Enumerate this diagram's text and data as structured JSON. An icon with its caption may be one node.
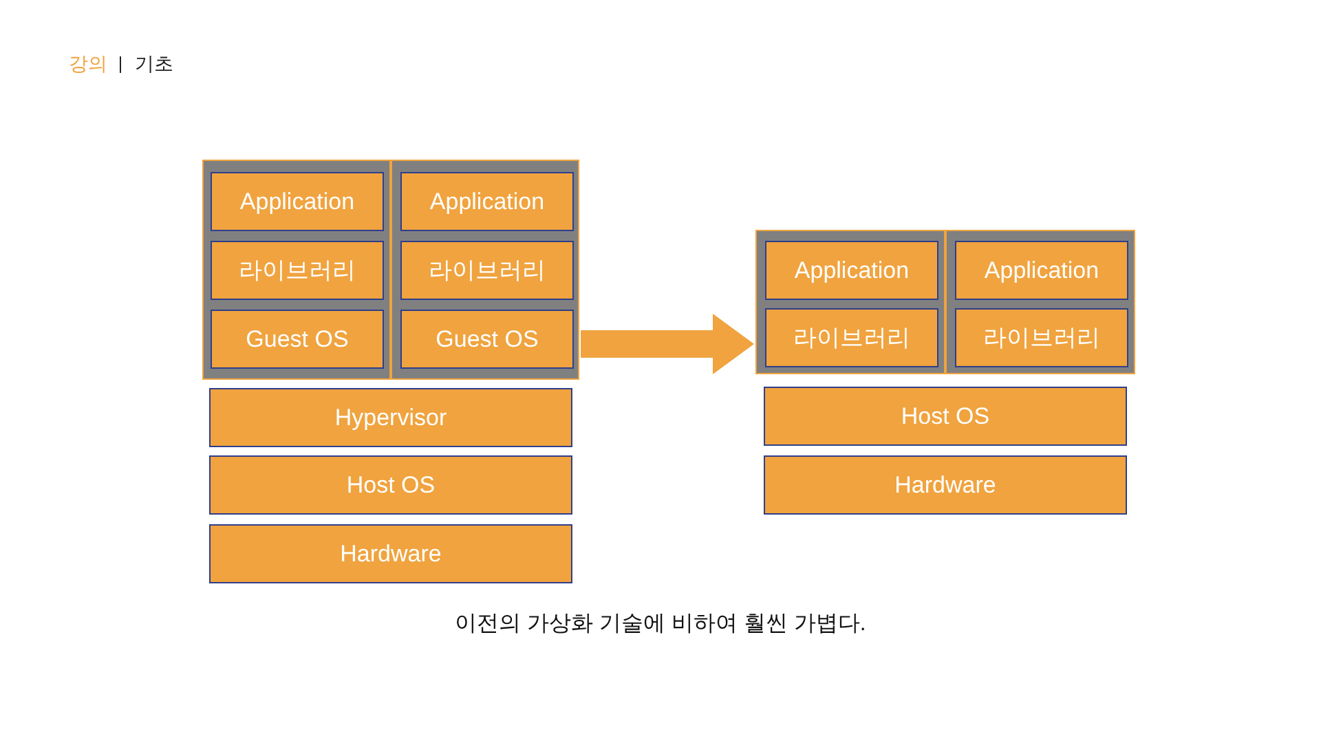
{
  "diagram": {
    "caption": "이전의 가상화 기술에 비하여 훨씬 가볍다.",
    "nodes": [
      {
        "text": [],
        "shape": "box"
      },
      {
        "text": [
          "Application"
        ],
        "in": 0
      },
      {
        "text": [
          "Application"
        ],
        "in": 0
      },
      {
        "text": [
          "라이브러리"
        ],
        "in": 0
      },
      {
        "text": [
          "라이브러리"
        ],
        "in": 0
      },
      {
        "text": [
          "Guest OS"
        ],
        "in": 0
      },
      {
        "text": [
          "Guest OS"
        ],
        "in": 0
      },
      {
        "text": [
          "Hypervisor"
        ]
      },
      {
        "text": [
          "Host OS"
        ]
      },
      {
        "text": [
          "Hardware"
        ]
      },
      {
        "text": [],
        "shape": "box"
      },
      {
        "text": [
          "Application"
        ],
        "in": 10
      },
      {
        "text": [
          "Application"
        ],
        "in": 10
      },
      {
        "text": [
          "라이브러리"
        ],
        "in": 10
      },
      {
        "text": [
          "라이브러리"
        ],
        "in": 10
      },
      {
        "text": [
          "Host OS"
        ]
      },
      {
        "text": [
          "Hardware"
        ]
      }
    ],
    "edges": [
      {
        "from": 0,
        "to": 10,
        "arrow": "to"
      }
    ],
    "labels": [
      "강의",
      "기초"
    ]
  }
}
